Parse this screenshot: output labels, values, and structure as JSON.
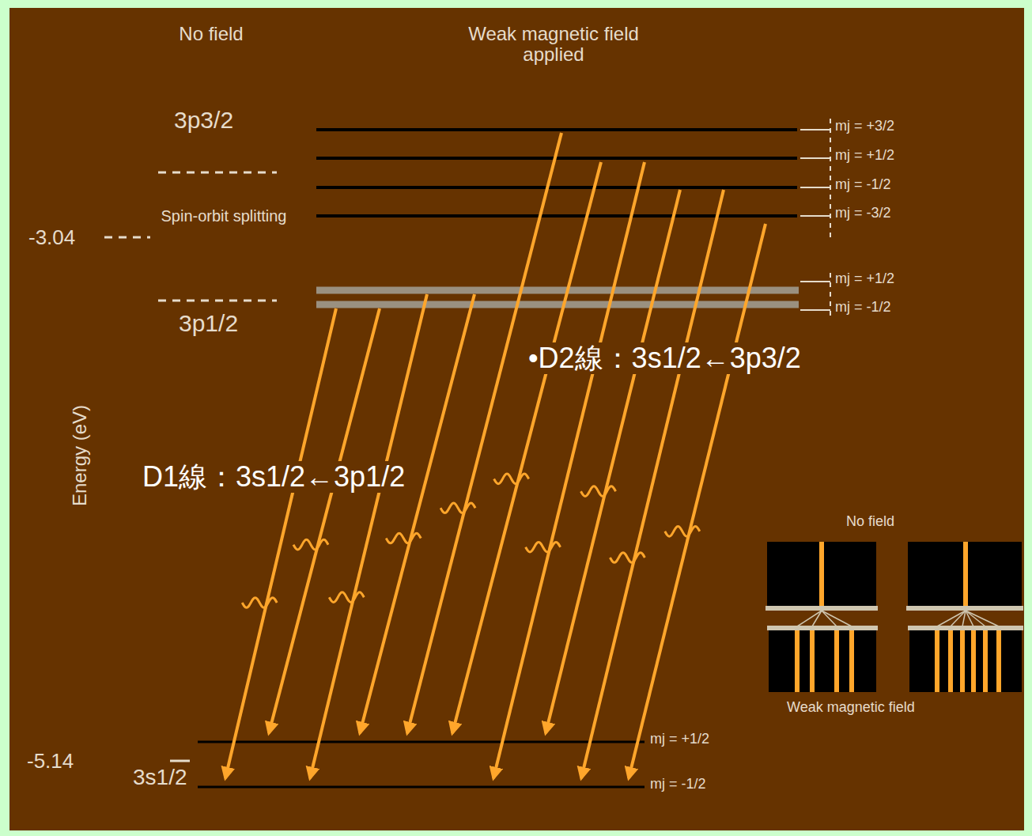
{
  "diagram": {
    "labels": [
      "No field",
      "Weak magnetic field applied",
      "3p3/2",
      "-3.04",
      "Spin-orbit splitting",
      "3p1/2",
      "mj = +3/2",
      "mj = +1/2",
      "mj = -1/2",
      "mj = -3/2",
      "mj = +1/2",
      "mj = -1/2",
      "•D2線：3s1/2←3p3/2",
      "D1線：3s1/2←3p1/2",
      "Energy (eV)",
      "No field",
      "Weak magnetic field",
      "-5.14",
      "3s1/2",
      "mj = +1/2",
      "mj = -1/2"
    ]
  }
}
